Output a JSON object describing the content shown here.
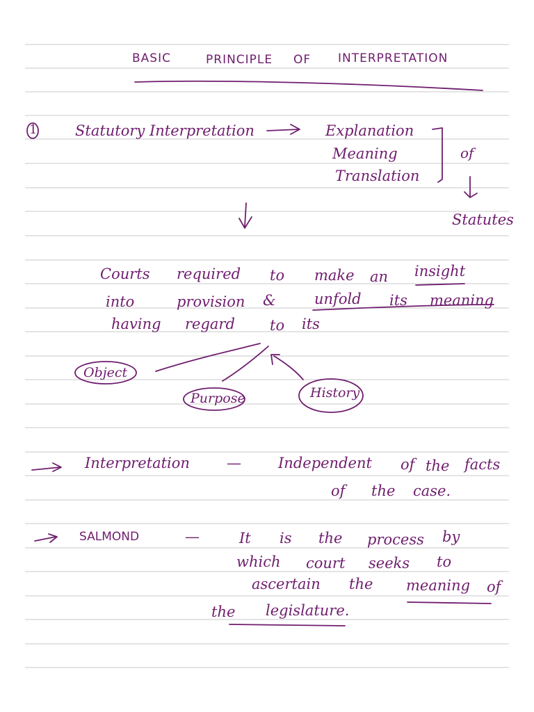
{
  "title": {
    "word1": "BASIC",
    "word2": "PRINCIPLE",
    "word3": "OF",
    "word4": "INTERPRETATION"
  },
  "section1": {
    "number": "1",
    "term": "Statutory Interpretation",
    "list": [
      "Explanation",
      "Meaning",
      "Translation"
    ],
    "of_word": "of",
    "statutes": "Statutes"
  },
  "courts": {
    "line1": [
      "Courts",
      "required",
      "to",
      "make",
      "an",
      "insight"
    ],
    "line2": [
      "into",
      "provision",
      "&",
      "unfold",
      "its",
      "meaning"
    ],
    "line3": [
      "having",
      "regard",
      "to",
      "its"
    ]
  },
  "circles": {
    "object": "Object",
    "purpose": "Purpose",
    "history": "History"
  },
  "interpretation_note": {
    "term": "Interpretation",
    "dash": "—",
    "line1": [
      "Independent",
      "of",
      "the",
      "facts"
    ],
    "line2": [
      "of",
      "the",
      "case."
    ]
  },
  "salmond": {
    "name": "SALMOND",
    "dash": "—",
    "line1": [
      "It",
      "is",
      "the",
      "process",
      "by"
    ],
    "line2": [
      "which",
      "court",
      "seeks",
      "to"
    ],
    "line3": [
      "ascertain",
      "the",
      "meaning",
      "of"
    ],
    "line4": [
      "the",
      "legislature."
    ]
  },
  "colors": {
    "ink": "#6f1d6e",
    "rule": "#c8c8c8",
    "paper": "#ffffff"
  }
}
